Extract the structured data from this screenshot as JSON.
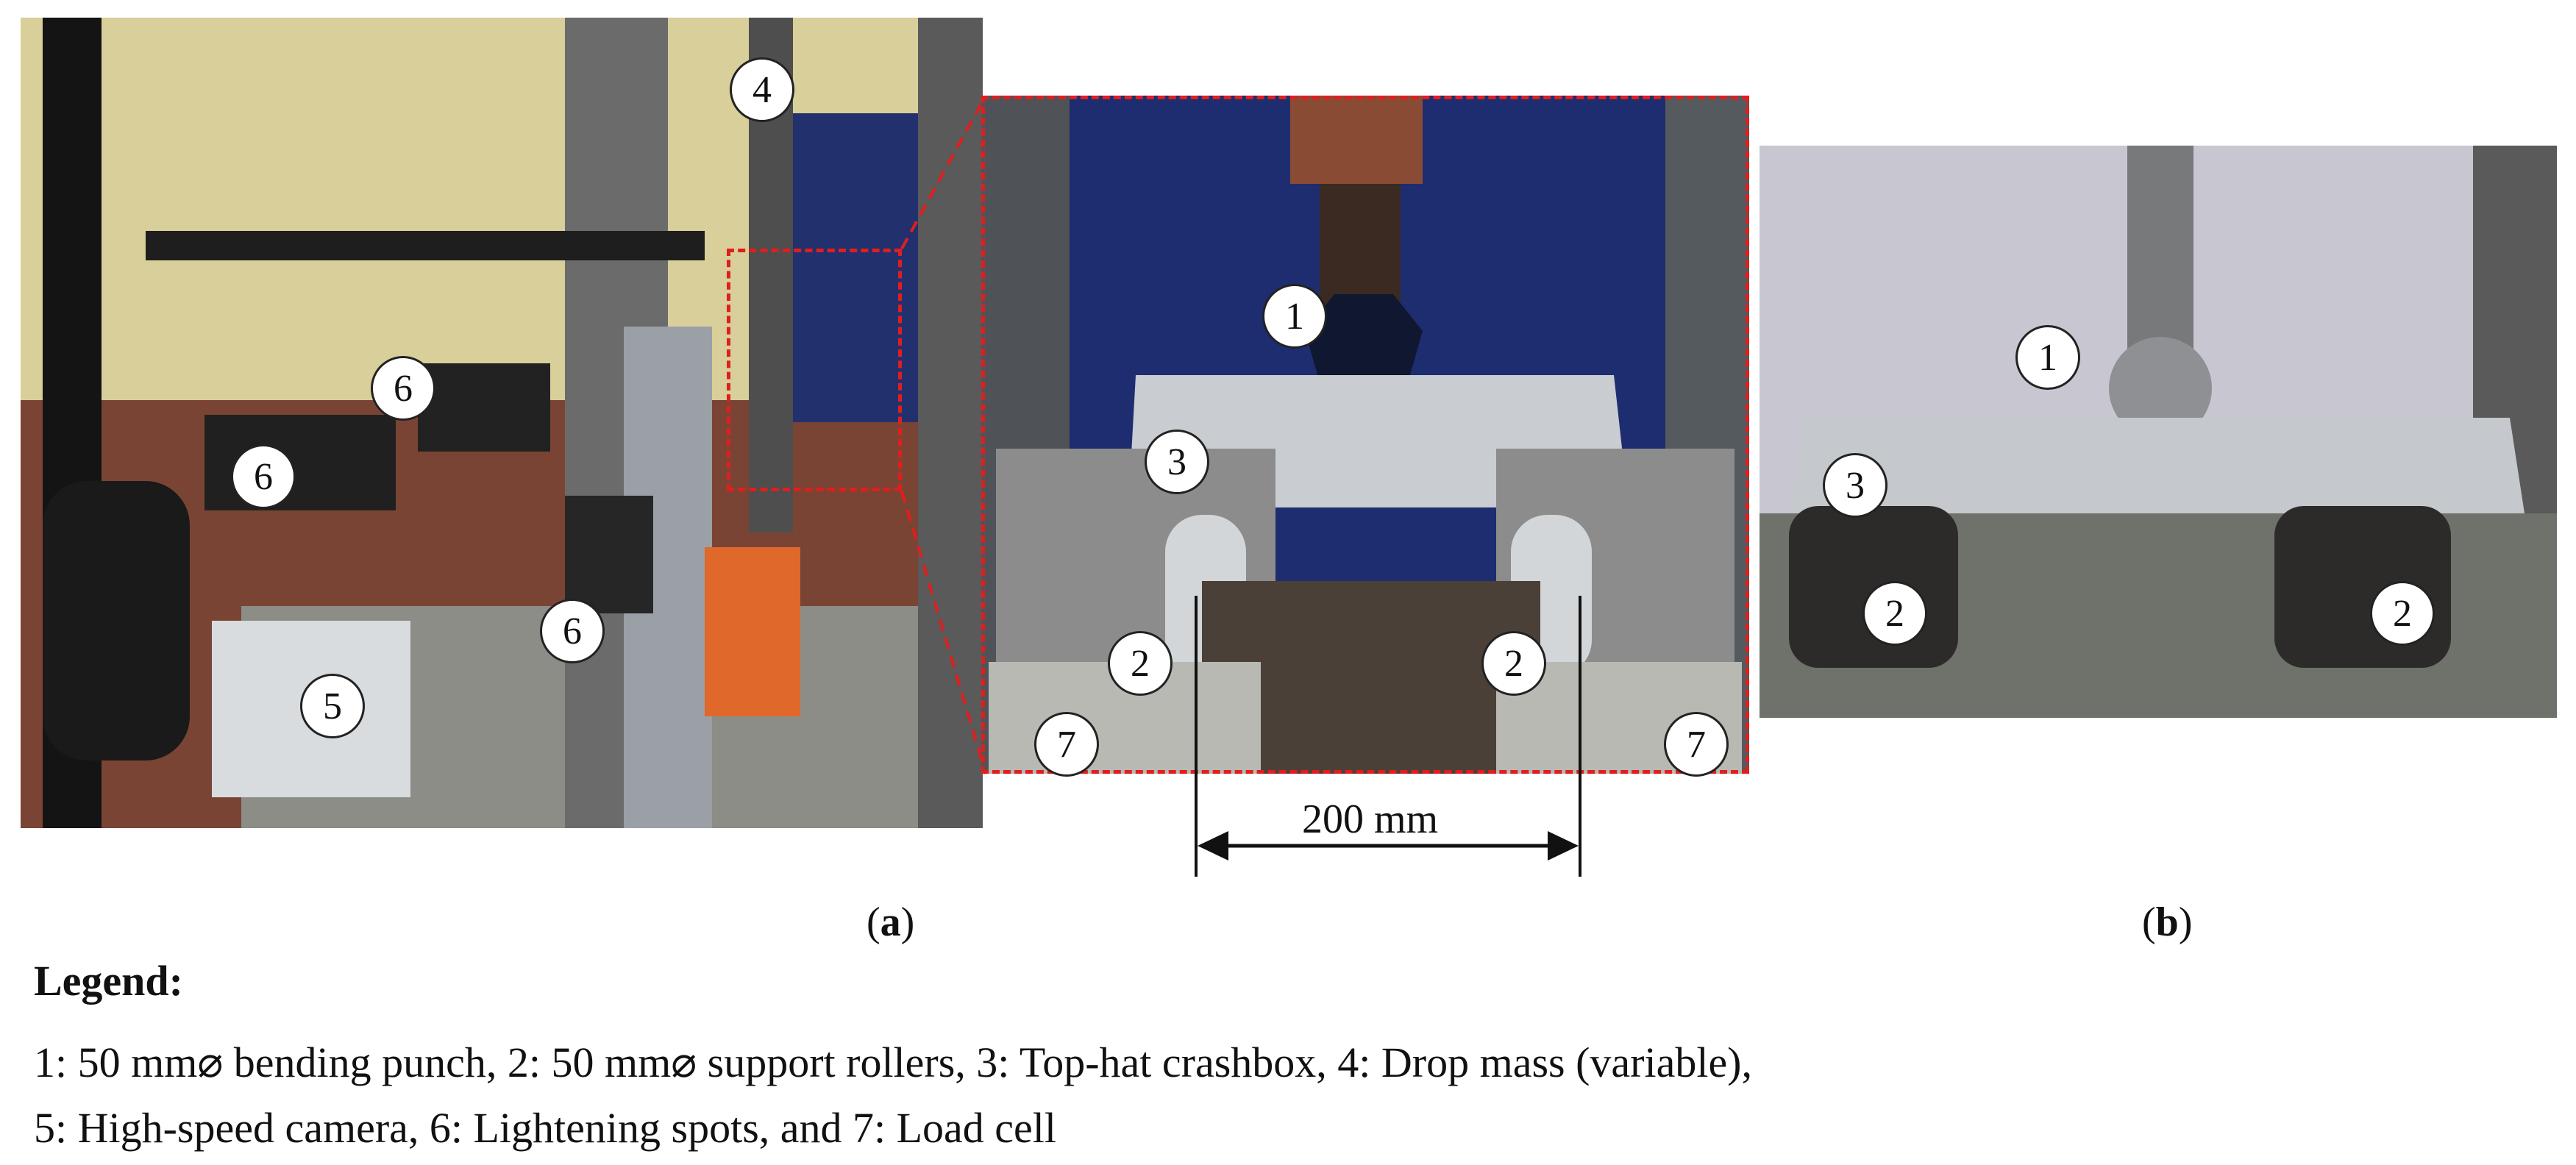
{
  "panels": {
    "a": {
      "callouts": [
        "4",
        "6",
        "6",
        "6",
        "5",
        "1",
        "3",
        "2",
        "2",
        "7",
        "7"
      ],
      "dimension_label": "200 mm",
      "caption": {
        "open": "(",
        "letter": "a",
        "close": ")"
      }
    },
    "b": {
      "callouts": [
        "1",
        "3",
        "2",
        "2"
      ],
      "caption": {
        "open": "(",
        "letter": "b",
        "close": ")"
      }
    }
  },
  "legend": {
    "title": "Legend:",
    "line1": "1: 50 mm⌀ bending punch, 2: 50 mm⌀ support rollers, 3: Top-hat crashbox, 4: Drop mass (variable),",
    "line2": "5: High-speed camera, 6: Lightening spots, and 7: Load cell"
  },
  "colors": {
    "highlight_frame": "#e01e1e"
  }
}
